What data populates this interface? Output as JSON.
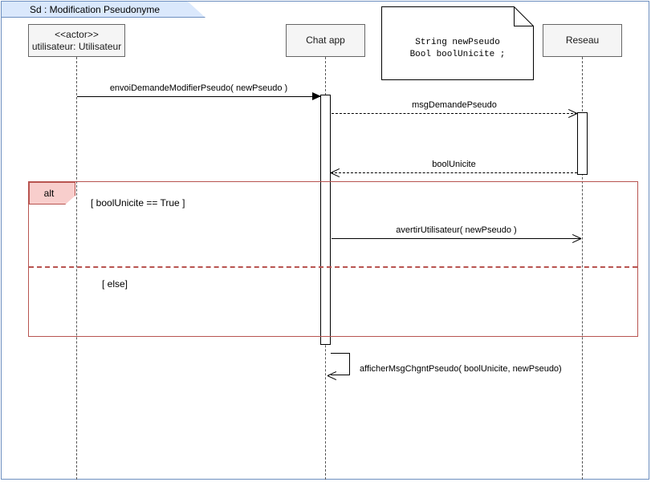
{
  "diagram": {
    "kind": "uml-sequence-diagram",
    "frame_tab_label": "Sd :  Modification Pseudonyme",
    "frame_border_color": "#6c8ebf",
    "tab_fill_color": "#dae8fc"
  },
  "lifelines": [
    {
      "id": "utilisateur",
      "stereotype": "<<actor>>",
      "name": "utilisateur: Utilisateur"
    },
    {
      "id": "chatapp",
      "stereotype": "",
      "name": "Chat app"
    },
    {
      "id": "reseau",
      "stereotype": "",
      "name": "Reseau"
    }
  ],
  "note": {
    "line1": "String newPseudo",
    "line2": "Bool boolUnicite ;"
  },
  "messages": [
    {
      "id": "m1",
      "label": "envoiDemandeModifierPseudo( newPseudo )",
      "from": "utilisateur",
      "to": "chatapp",
      "style": "solid",
      "arrowhead": "filled"
    },
    {
      "id": "m2",
      "label": "msgDemandePseudo",
      "from": "chatapp",
      "to": "reseau",
      "style": "dashed",
      "arrowhead": "open"
    },
    {
      "id": "m3",
      "label": "boolUnicite",
      "from": "reseau",
      "to": "chatapp",
      "style": "dashed",
      "arrowhead": "open"
    },
    {
      "id": "m4",
      "label": "avertirUtilisateur( newPseudo )",
      "from": "chatapp",
      "to": "reseau",
      "style": "solid",
      "arrowhead": "open"
    }
  ],
  "self_message": {
    "id": "m5",
    "label": "afficherMsgChgntPseudo( boolUnicite, newPseudo)",
    "on": "chatapp",
    "style": "solid",
    "arrowhead": "open"
  },
  "fragment": {
    "operator": "alt",
    "border_color": "#b85450",
    "tag_fill_color": "#f8cecc",
    "operands": [
      {
        "guard": "[ boolUnicite == True ]"
      },
      {
        "guard": "[ else]"
      }
    ]
  }
}
